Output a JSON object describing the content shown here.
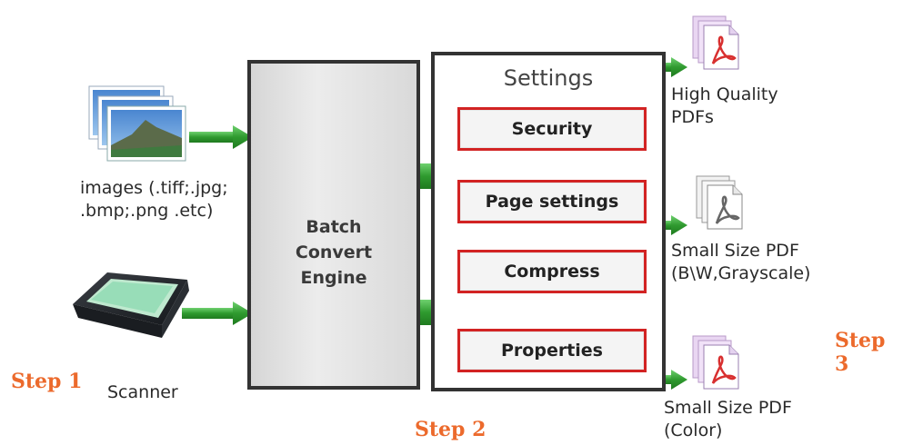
{
  "inputs": {
    "images_label_line1": "images (.tiff;.jpg;",
    "images_label_line2": ".bmp;.png .etc)",
    "scanner_label": "Scanner"
  },
  "engine": {
    "line1": "Batch",
    "line2": "Convert",
    "line3": "Engine"
  },
  "settings": {
    "title": "Settings",
    "items": [
      {
        "label": "Security"
      },
      {
        "label": "Page settings"
      },
      {
        "label": "Compress"
      },
      {
        "label": "Properties"
      }
    ]
  },
  "outputs": [
    {
      "line1": "High Quality",
      "line2": "PDFs"
    },
    {
      "line1": "Small Size PDF",
      "line2": "(B\\W,Grayscale)"
    },
    {
      "line1": "Small Size PDF",
      "line2": "(Color)"
    }
  ],
  "steps": {
    "step1": "Step 1",
    "step2": "Step 2",
    "step3": "Step 3"
  },
  "colors": {
    "arrow_green": "#3aa83a",
    "setting_border": "#d22323",
    "step_orange": "#ec6a2c",
    "pdf_red": "#d83030"
  },
  "icons": [
    "photo-stack-icon",
    "scanner-icon",
    "gears-icon",
    "pdf-document-icon"
  ]
}
